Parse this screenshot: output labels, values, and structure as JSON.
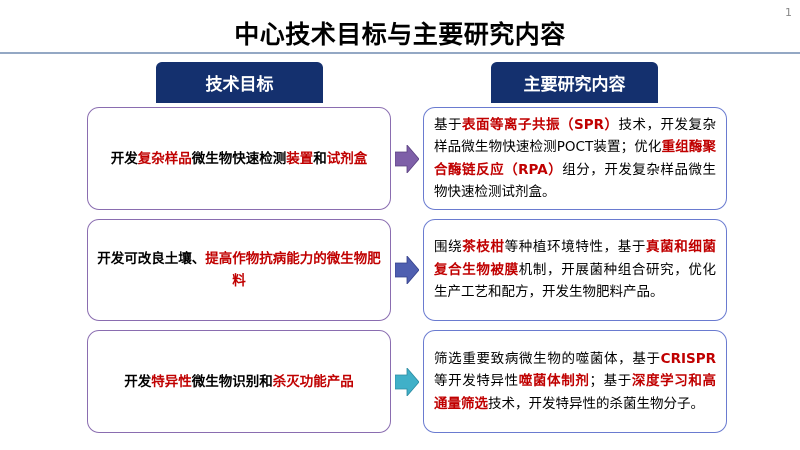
{
  "page_number": "1",
  "title": "中心技术目标与主要研究内容",
  "tabs": {
    "left": "技术目标",
    "right": "主要研究内容"
  },
  "colors": {
    "navy": "#14306e",
    "red": "#c00000",
    "arrow1": "#7e5fa8",
    "arrow2": "#4f5fb0",
    "arrow3": "#40b0c8"
  },
  "rows": [
    {
      "goal": [
        {
          "t": "开发",
          "r": false
        },
        {
          "t": "复杂样品",
          "r": true
        },
        {
          "t": "微生物快速检测",
          "r": false
        },
        {
          "t": "装置",
          "r": true
        },
        {
          "t": "和",
          "r": false
        },
        {
          "t": "试剂盒",
          "r": true
        }
      ],
      "content": [
        {
          "t": "基于",
          "r": false
        },
        {
          "t": "表面等离子共振（SPR）",
          "r": true
        },
        {
          "t": "技术，开发复杂样品微生物快速检测POCT装置；优化",
          "r": false
        },
        {
          "t": "重组酶聚合酶链反应（RPA）",
          "r": true
        },
        {
          "t": "组分，开发复杂样品微生物快速检测试剂盒。",
          "r": false
        }
      ]
    },
    {
      "goal": [
        {
          "t": "开发可改良土壤、",
          "r": false
        },
        {
          "t": "提高作物抗病能力的微生物肥料",
          "r": true
        }
      ],
      "content": [
        {
          "t": "围绕",
          "r": false
        },
        {
          "t": "茶枝柑",
          "r": true
        },
        {
          "t": "等种植环境特性，基于",
          "r": false
        },
        {
          "t": "真菌和细菌复合生物被膜",
          "r": true
        },
        {
          "t": "机制，开展菌种组合研究，优化生产工艺和配方，开发生物肥料产品。",
          "r": false
        }
      ]
    },
    {
      "goal": [
        {
          "t": "开发",
          "r": false
        },
        {
          "t": "特异性",
          "r": true
        },
        {
          "t": "微生物识别和",
          "r": false
        },
        {
          "t": "杀灭功能产品",
          "r": true
        }
      ],
      "content": [
        {
          "t": "筛选重要致病微生物的噬菌体，基于",
          "r": false
        },
        {
          "t": "CRISPR",
          "r": true
        },
        {
          "t": "等开发特异性",
          "r": false
        },
        {
          "t": "噬菌体制剂",
          "r": true
        },
        {
          "t": "；基于",
          "r": false
        },
        {
          "t": "深度学习和高通量筛选",
          "r": true
        },
        {
          "t": "技术，开发特异性的杀菌生物分子。",
          "r": false
        }
      ]
    }
  ]
}
